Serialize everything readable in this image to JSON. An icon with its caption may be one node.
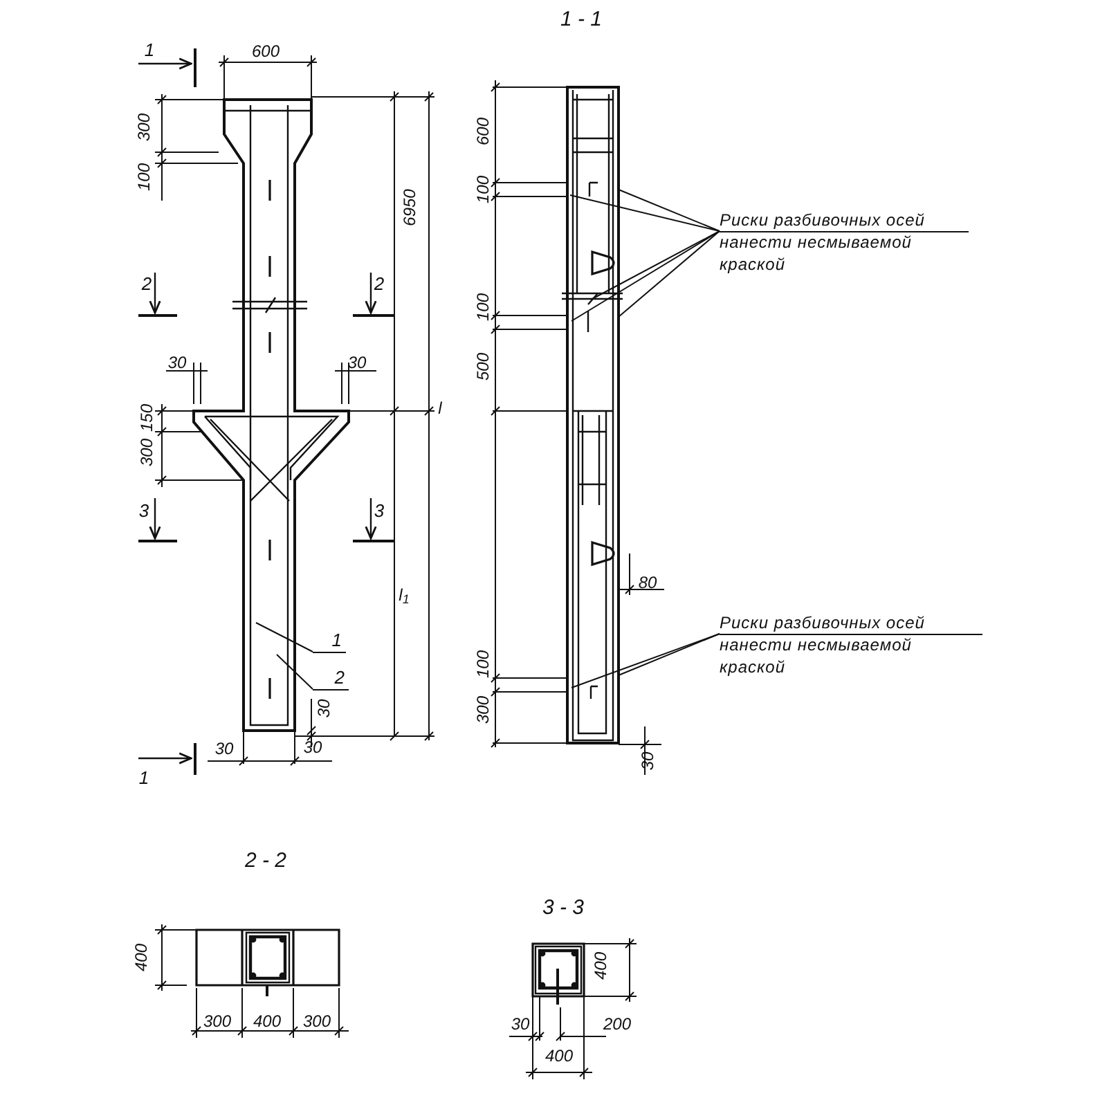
{
  "diagram": {
    "nodes": [
      {
        "text": [
          "Риски разбивочных осей нанести несмываемой краской"
        ]
      },
      {
        "text": [
          "Риски разбивочных осей нанести несмываемой краской"
        ]
      },
      {
        "text": [
          "1"
        ]
      },
      {
        "text": [
          "2"
        ]
      }
    ],
    "edges": [
      {
        "from": 0,
        "to": null,
        "arrow": "none"
      },
      {
        "from": 0,
        "to": null,
        "arrow": "none"
      },
      {
        "from": 0,
        "to": null,
        "arrow": "none"
      },
      {
        "from": 0,
        "to": null,
        "arrow": "none"
      },
      {
        "from": 0,
        "to": null,
        "arrow": "none"
      },
      {
        "from": 1,
        "to": null,
        "arrow": "none"
      },
      {
        "from": 1,
        "to": null,
        "arrow": "none"
      },
      {
        "from": 2,
        "to": null,
        "arrow": "none"
      },
      {
        "from": 3,
        "to": null,
        "arrow": "none"
      }
    ],
    "labels": [
      "1 - 1",
      "1",
      "600",
      "300",
      "600",
      "100",
      "6950",
      "100",
      "2",
      "2",
      "100",
      "30",
      "30",
      "500",
      "150",
      "l",
      "300",
      "3",
      "3",
      "l$_{1}$",
      "80",
      "100",
      "30",
      "300",
      "1",
      "30",
      "30",
      "30",
      "2 - 2",
      "3 - 3",
      "400",
      "400",
      "300",
      "400",
      "300",
      "30",
      "200",
      "400"
    ]
  }
}
